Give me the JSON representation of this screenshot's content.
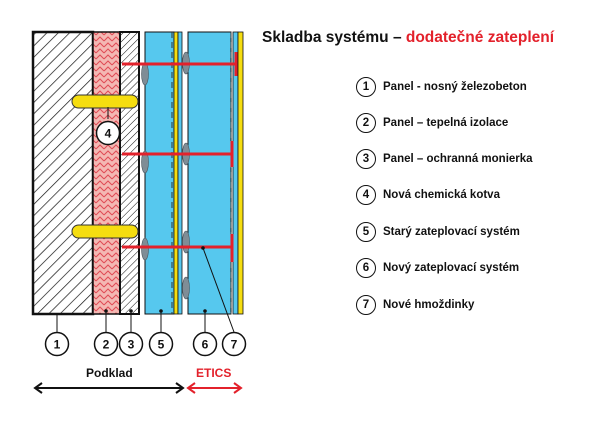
{
  "title": {
    "prefix": "Skladba systému – ",
    "accent": "dodatečné zateplení"
  },
  "legend": [
    {
      "num": "1",
      "label": "Panel - nosný železobeton"
    },
    {
      "num": "2",
      "label": "Panel – tepelná izolace"
    },
    {
      "num": "3",
      "label": "Panel – ochranná monierka"
    },
    {
      "num": "4",
      "label": "Nová chemická kotva"
    },
    {
      "num": "5",
      "label": "Starý zateplovací systém"
    },
    {
      "num": "6",
      "label": "Nový zateplovací systém"
    },
    {
      "num": "7",
      "label": "Nové hmoždinky"
    }
  ],
  "callouts": [
    "1",
    "2",
    "3",
    "5",
    "6",
    "7"
  ],
  "anchor_callout": "4",
  "bottom": {
    "left_label": "Podklad",
    "right_label": "ETICS"
  },
  "colors": {
    "accent_red": "#e3212b",
    "insulation_blue": "#56c8ee",
    "yellow": "#f5dd10",
    "pink": "#f4b8b3",
    "dowel_grey": "#7f8d96"
  }
}
